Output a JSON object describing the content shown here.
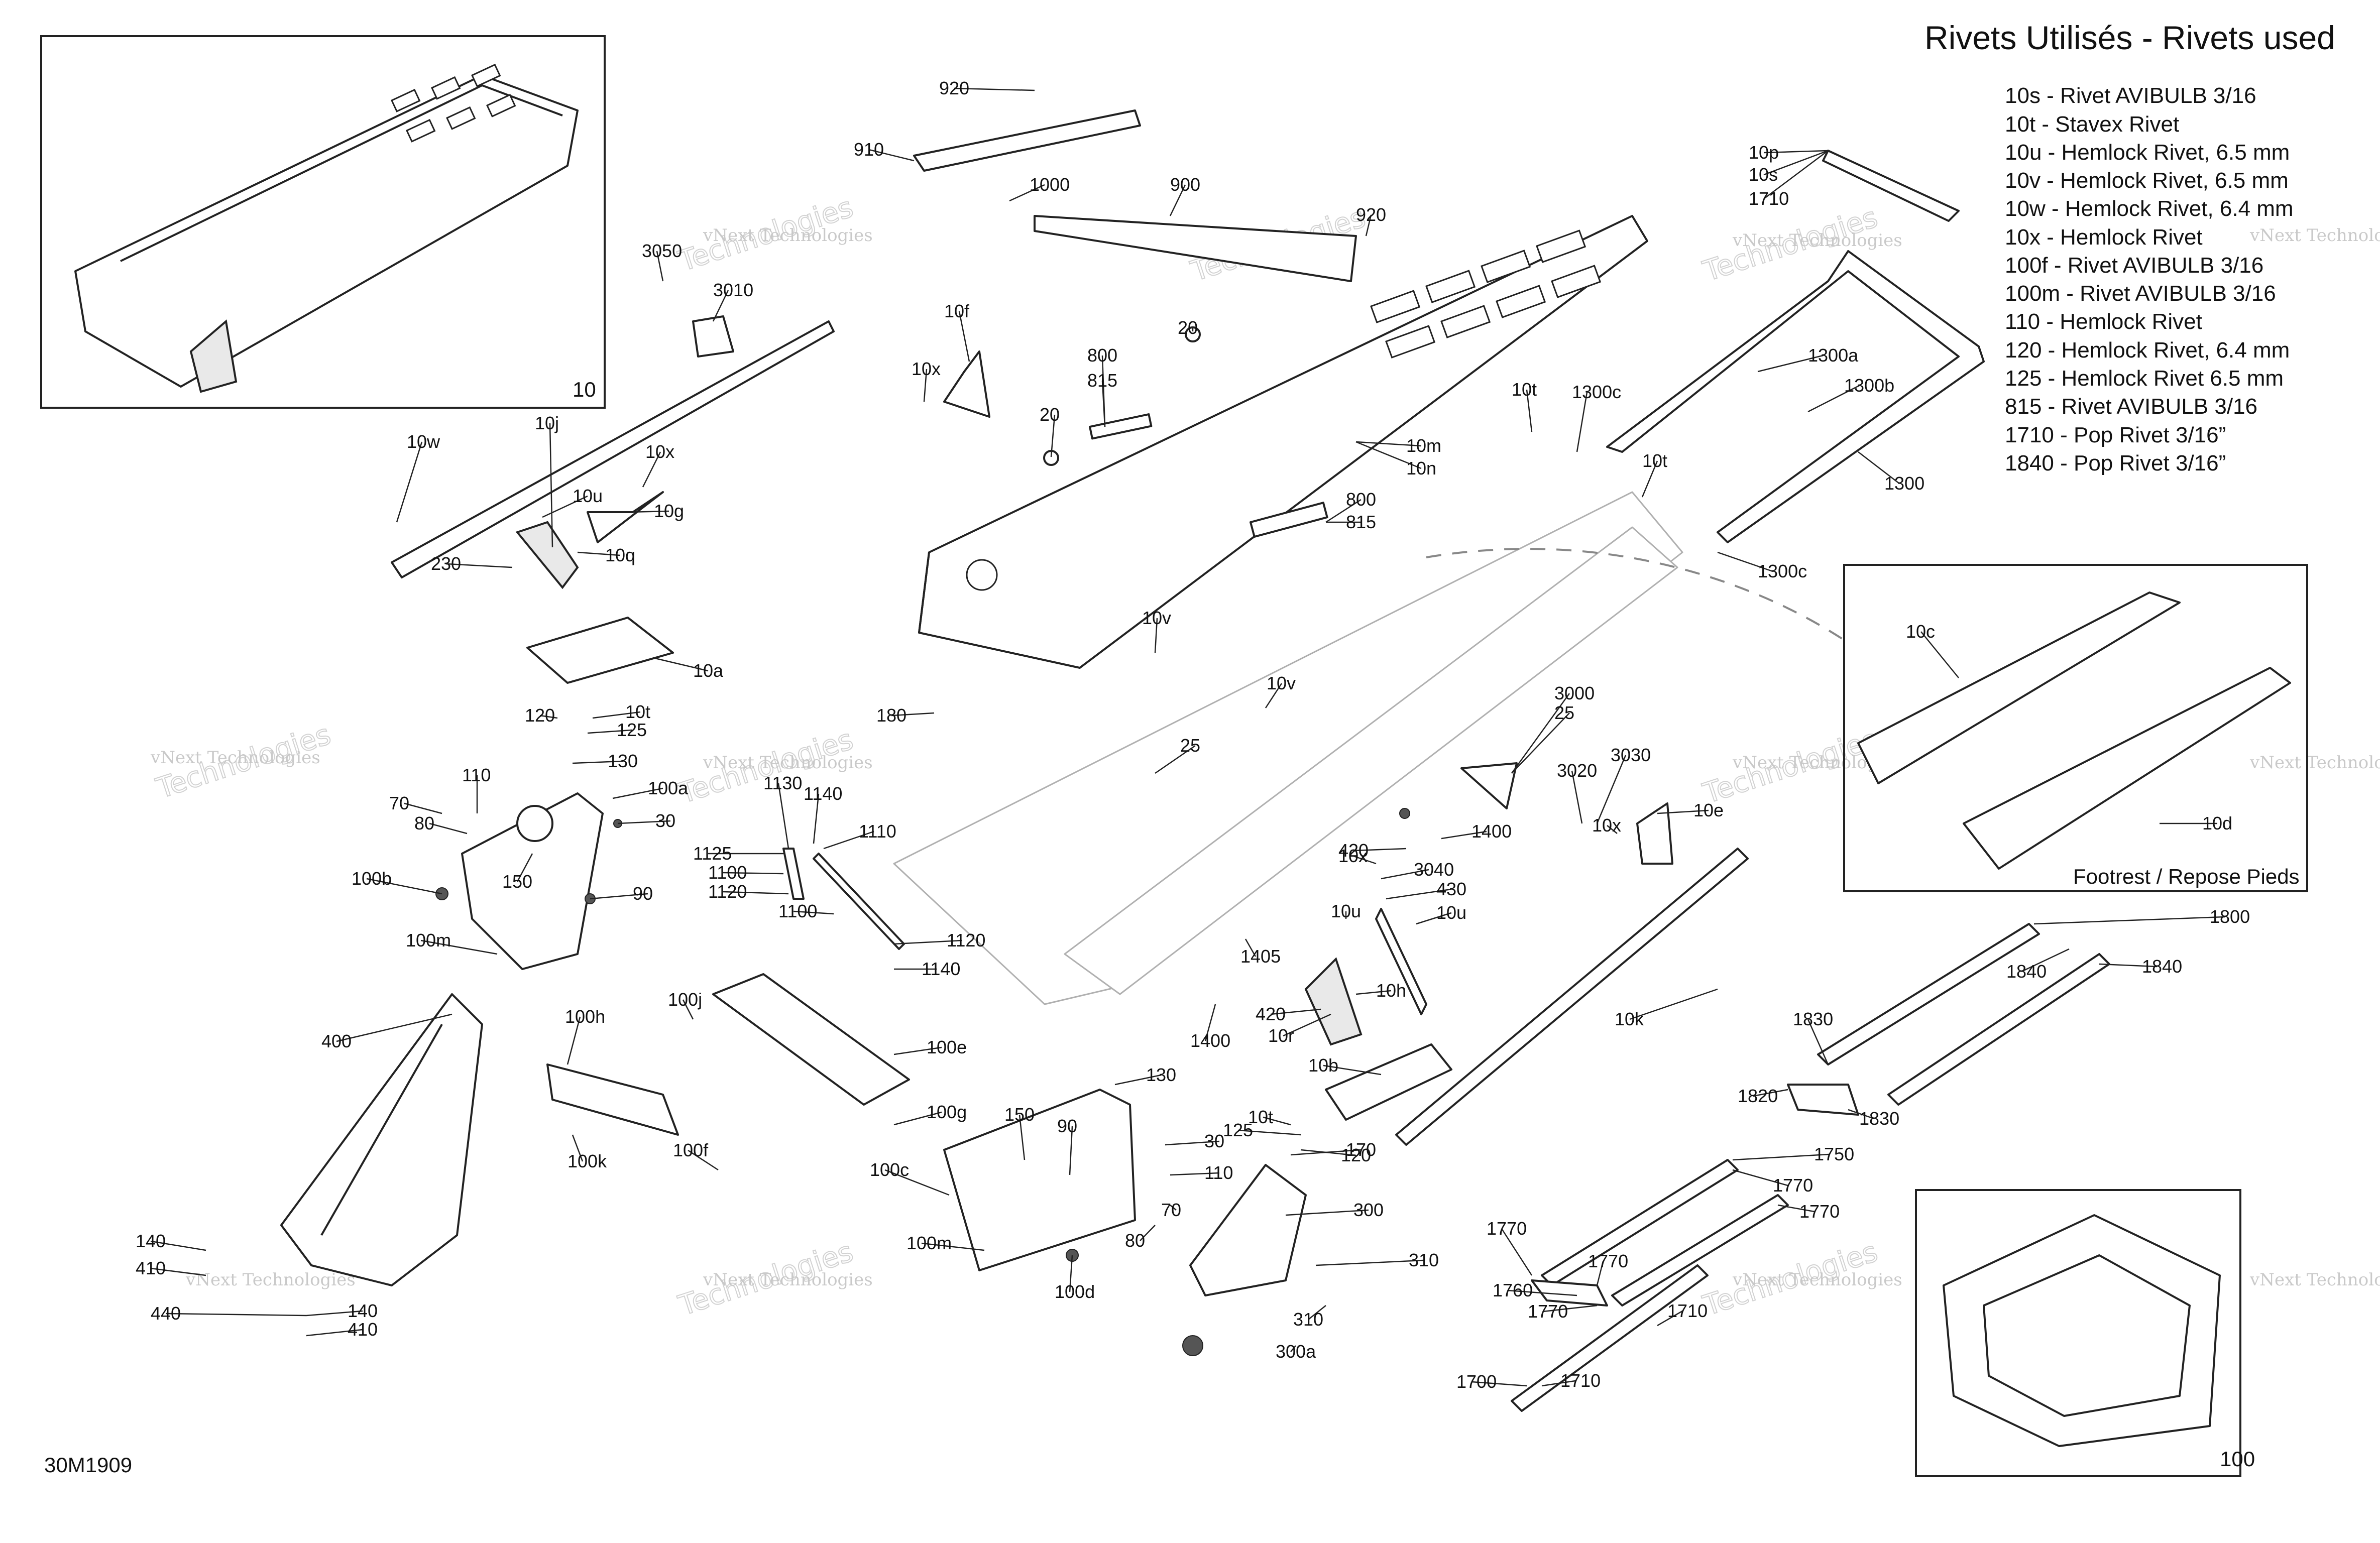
{
  "legend": {
    "title": "Rivets Utilisés - Rivets used",
    "items": [
      "10s - Rivet AVIBULB 3/16",
      "10t - Stavex Rivet",
      "10u - Hemlock Rivet, 6.5 mm",
      "10v - Hemlock Rivet, 6.5 mm",
      "10w - Hemlock Rivet, 6.4 mm",
      "10x - Hemlock Rivet",
      "100f - Rivet AVIBULB 3/16",
      "100m - Rivet AVIBULB 3/16",
      "110 - Hemlock Rivet",
      "120 - Hemlock Rivet, 6.4 mm",
      "125 - Hemlock Rivet 6.5 mm",
      "815 - Rivet AVIBULB 3/16",
      "1710 - Pop Rivet 3/16”",
      "1840 - Pop Rivet 3/16”"
    ]
  },
  "insets": {
    "tunnel_assembly": "10",
    "footrest": "Footrest / Repose Pieds",
    "frame_assembly": "100"
  },
  "drawing_id": "30M1909",
  "watermark": {
    "line1": "vNext Technologies",
    "line2": "Technologies"
  },
  "callouts": [
    "920",
    "910",
    "1000",
    "900",
    "920",
    "3050",
    "3010",
    "10f",
    "10x",
    "800",
    "815",
    "20",
    "20",
    "10p",
    "10s",
    "1710",
    "10t",
    "1300c",
    "1300a",
    "1300b",
    "10m",
    "10n",
    "10t",
    "1300",
    "1300c",
    "800",
    "815",
    "10w",
    "10j",
    "10x",
    "10u",
    "10g",
    "230",
    "10q",
    "10a",
    "10v",
    "10v",
    "180",
    "120",
    "10t",
    "125",
    "130",
    "3000",
    "25",
    "3030",
    "3020",
    "10x",
    "10e",
    "25",
    "110",
    "100a",
    "70",
    "80",
    "30",
    "150",
    "100b",
    "90",
    "1130",
    "1140",
    "1110",
    "1125",
    "1100",
    "1120",
    "1100",
    "1120",
    "1140",
    "1400",
    "420",
    "10x",
    "3040",
    "430",
    "10u",
    "10u",
    "10h",
    "1405",
    "100m",
    "10c",
    "10d",
    "1800",
    "1840",
    "1840",
    "400",
    "100h",
    "100j",
    "100e",
    "420",
    "10r",
    "1400",
    "10k",
    "1830",
    "1820",
    "1830",
    "10b",
    "130",
    "10t",
    "125",
    "170",
    "120",
    "100k",
    "100f",
    "100g",
    "150",
    "90",
    "30",
    "110",
    "100c",
    "70",
    "80",
    "1750",
    "1770",
    "1770",
    "300",
    "310",
    "310",
    "300a",
    "100m",
    "100d",
    "140",
    "410",
    "440",
    "140",
    "410",
    "1770",
    "1770",
    "1760",
    "1770",
    "1710",
    "1700",
    "1710"
  ]
}
